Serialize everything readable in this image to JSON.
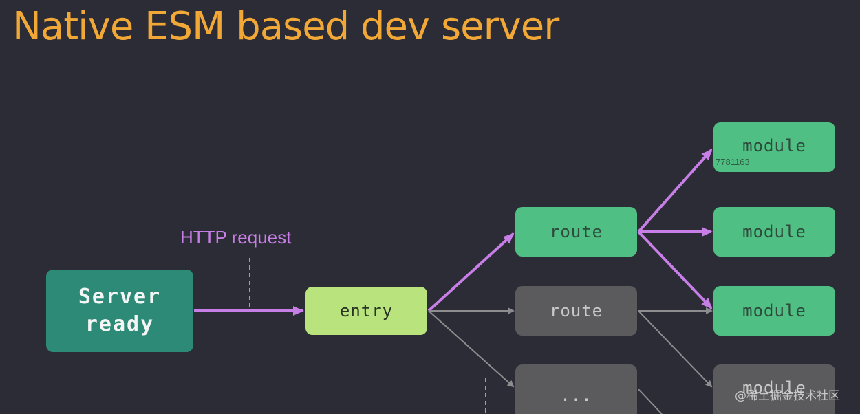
{
  "title": "Native ESM based dev server",
  "http_label": "HTTP request",
  "nodes": {
    "server_line1": "Server",
    "server_line2": "ready",
    "entry": "entry",
    "route_active": "route",
    "route_inactive": "route",
    "ellipsis": "...",
    "module_1": "module",
    "module_2": "module",
    "module_3": "module",
    "module_4": "module"
  },
  "watermark": {
    "id_fragment": "7781163",
    "credit": "@稀土掘金技术社区"
  },
  "colors": {
    "background": "#2b2c35",
    "title": "#f2a836",
    "active_arrow": "#c77ee6",
    "inactive_arrow": "#8d8d8f",
    "server_box": "#2d8a76",
    "entry_box": "#b9e47d",
    "module_box_active": "#4fbf83",
    "module_box_inactive": "#5b5b5d"
  }
}
